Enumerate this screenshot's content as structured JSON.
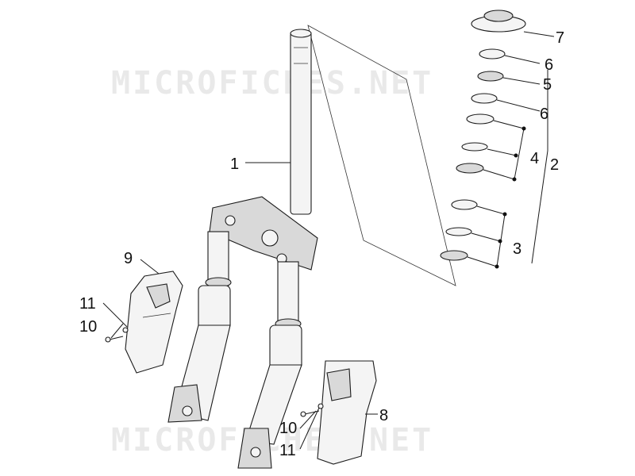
{
  "watermark": {
    "text": "MICROFICHES.NET"
  },
  "callouts": {
    "c1": "1",
    "c2": "2",
    "c3": "3",
    "c4": "4",
    "c5": "5",
    "c6a": "6",
    "c6b": "6",
    "c7": "7",
    "c8": "8",
    "c9": "9",
    "c10a": "10",
    "c10b": "10",
    "c11a": "11",
    "c11b": "11"
  }
}
